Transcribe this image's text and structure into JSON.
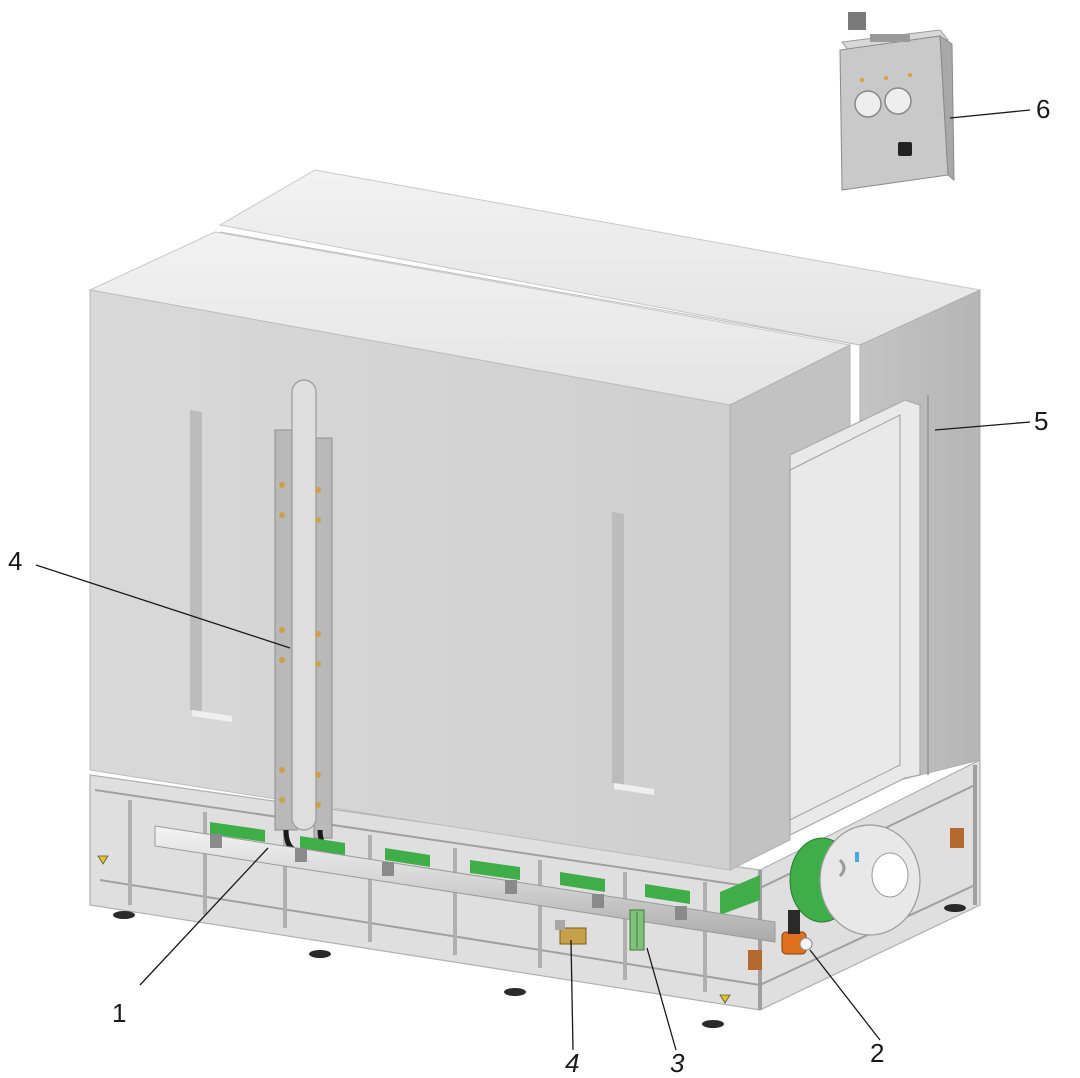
{
  "callouts": {
    "c1": "1",
    "c2": "2",
    "c3": "3",
    "c4_left": "4",
    "c4_bottom": "4",
    "c5": "5",
    "c6": "6"
  },
  "colors": {
    "panel_light": "#e6e6e6",
    "panel_mid": "#d2d2d2",
    "panel_dark": "#bdbdbd",
    "frame": "#c9c9c9",
    "accent_green": "#3fae49",
    "accent_orange": "#e0701e"
  }
}
